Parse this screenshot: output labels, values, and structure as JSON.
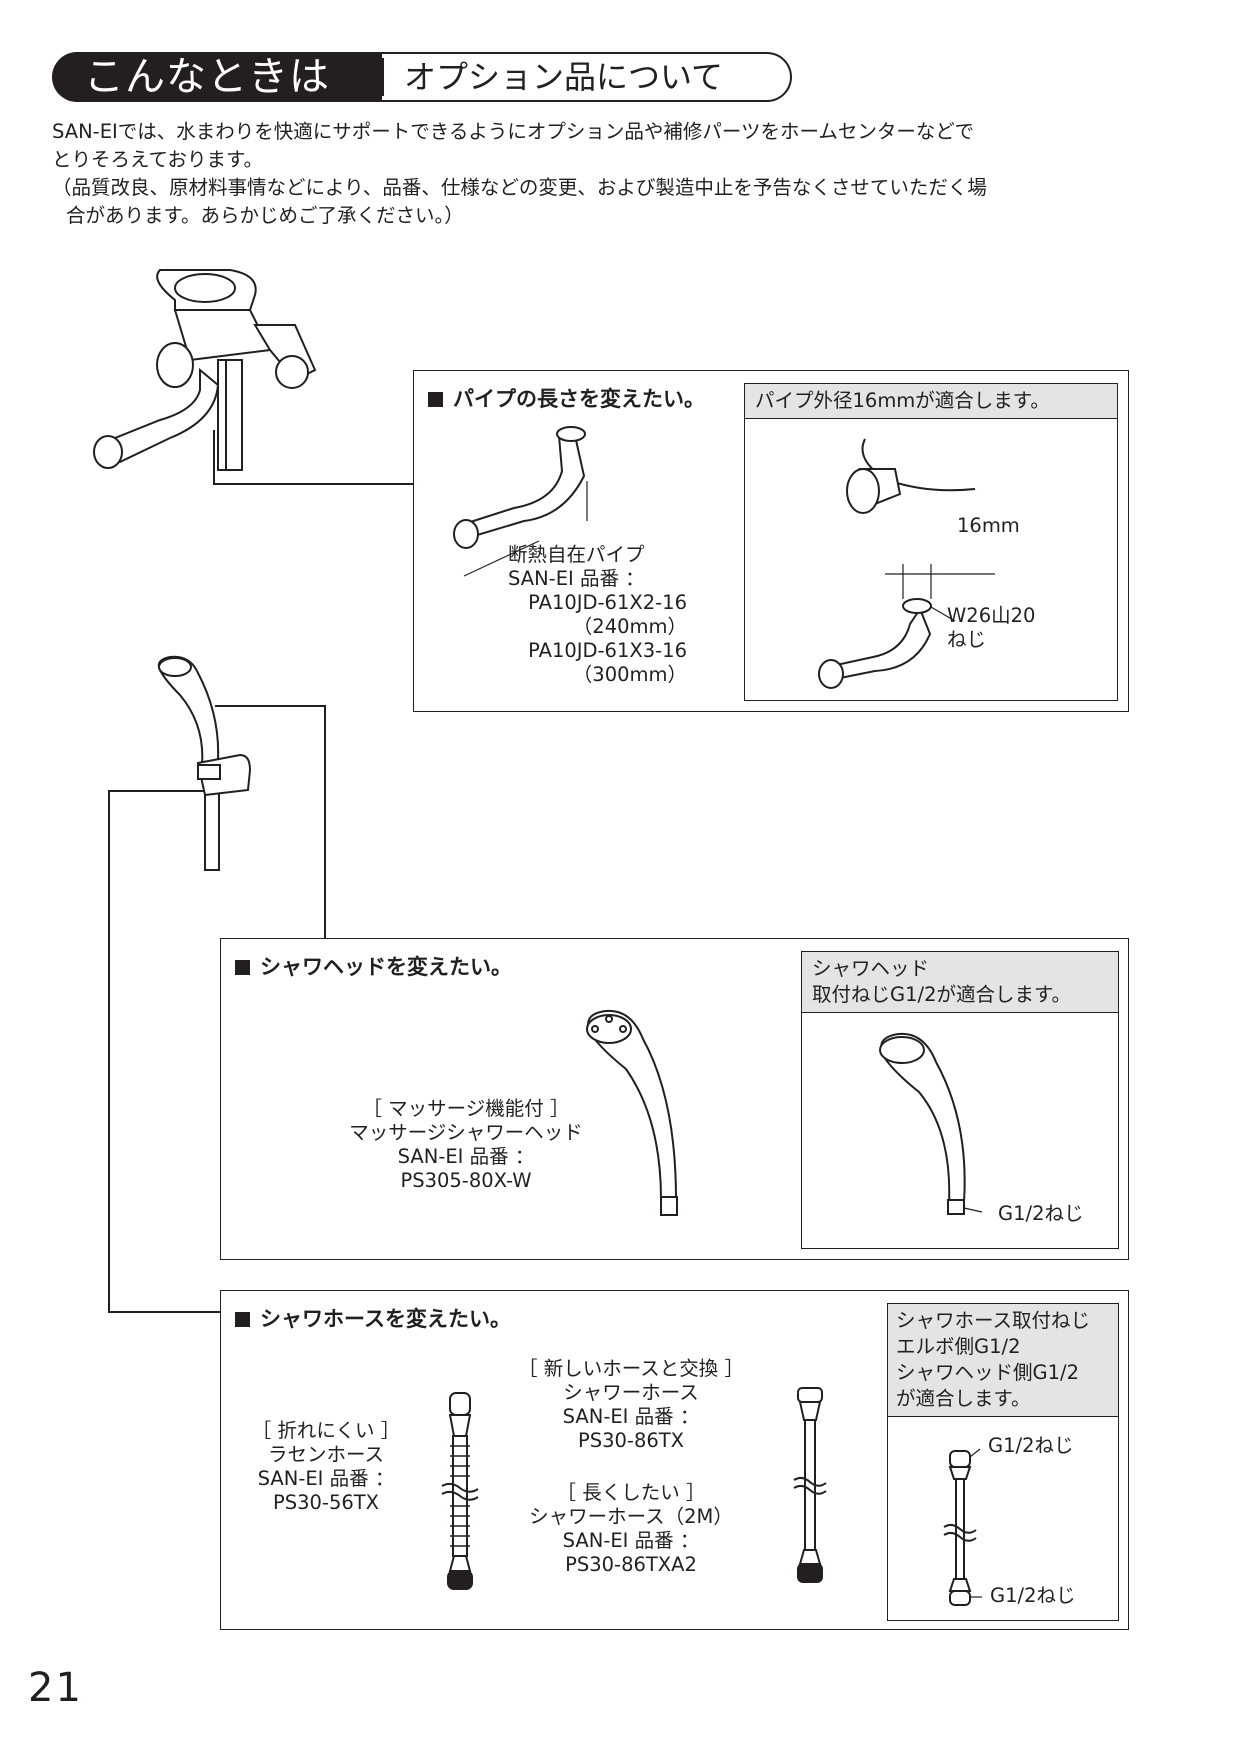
{
  "header": {
    "tab_black": "こんなときは",
    "tab_white": "オプション品について"
  },
  "intro": {
    "line1": "SAN-EIでは、水まわりを快適にサポートできるようにオプション品や補修パーツをホームセンターなどで",
    "line2": "とりそろえております。",
    "line3": "（品質改良、原材料事情などにより、品番、仕様などの変更、および製造中止を予告なくさせていただく場",
    "line4": "合があります。あらかじめご了承ください。）"
  },
  "pipe": {
    "title": "パイプの長さを変えたい。",
    "spec_head": "パイプ外径16mmが適合します。",
    "name": "断熱自在パイプ",
    "maker": "SAN-EI 品番 ：",
    "part1": "PA10JD-61X2-16",
    "len1": "（240mm）",
    "part2": "PA10JD-61X3-16",
    "len2": "（300mm）",
    "dim": "16mm",
    "thread1": "W26山20",
    "thread2": "ねじ"
  },
  "head": {
    "title": "シャワヘッドを変えたい。",
    "spec_head1": "シャワヘッド",
    "spec_head2": "取付ねじG1/2が適合します。",
    "feature": "［ マッサージ機能付 ］",
    "name": "マッサージシャワーヘッド",
    "maker": "SAN-EI 品番 ：",
    "part": "PS305-80X-W",
    "thread": "G1/2ねじ"
  },
  "hose": {
    "title": "シャワホースを変えたい。",
    "spec_line1": "シャワホース取付ねじ",
    "spec_line2": "エルボ側G1/2",
    "spec_line3": "シャワヘッド側G1/2",
    "spec_line4": "が適合します。",
    "a_feature": "［ 折れにくい ］",
    "a_name": "ラセンホース",
    "a_maker": "SAN-EI 品番 ：",
    "a_part": "PS30-56TX",
    "b_feature": "［ 新しいホースと交換 ］",
    "b_name": "シャワーホース",
    "b_maker": "SAN-EI 品番 ：",
    "b_part": "PS30-86TX",
    "c_feature": "［ 長くしたい ］",
    "c_name": "シャワーホース（2M）",
    "c_maker": "SAN-EI 品番 ：",
    "c_part": "PS30-86TXA2",
    "thread_top": "G1/2ねじ",
    "thread_bottom": "G1/2ねじ"
  },
  "page_number": "21"
}
